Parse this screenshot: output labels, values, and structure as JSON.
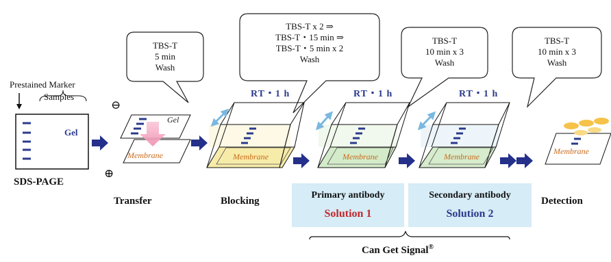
{
  "sds": {
    "prestained_marker": "Prestained Marker",
    "samples": "Samples",
    "gel": "Gel",
    "label": "SDS-PAGE"
  },
  "transfer": {
    "minus": "⊖",
    "plus": "⊕",
    "gel": "Gel",
    "membrane": "Membrane",
    "label": "Transfer",
    "bubble": [
      "TBS-T",
      "5 min",
      "Wash"
    ]
  },
  "blocking": {
    "rt": "RT・1 h",
    "membrane": "Membrane",
    "label": "Blocking",
    "bubble": [
      "TBS-T x 2 ⇒",
      "TBS-T・15 min ⇒",
      "TBS-T・5 min  x 2",
      "Wash"
    ]
  },
  "primary": {
    "rt": "RT・1 h",
    "membrane": "Membrane",
    "title": "Primary antibody",
    "solution": "Solution 1",
    "solution_color": "#c0282c",
    "bubble": [
      "TBS-T",
      "10 min x 3",
      "Wash"
    ]
  },
  "secondary": {
    "rt": "RT・1 h",
    "membrane": "Membrane",
    "title": "Secondary antibody",
    "solution": "Solution 2",
    "solution_color": "#2a3a8c",
    "bubble": [
      "TBS-T",
      "10 min x 3",
      "Wash"
    ]
  },
  "detection": {
    "membrane": "Membrane",
    "label": "Detection"
  },
  "brand": {
    "text": "Can Get Signal",
    "reg": "®"
  },
  "colors": {
    "arrow": "#24308a",
    "swap_arrow": "#7ab8e0",
    "tray_yellow": "#f6e79a",
    "tray_green": "#cfe9c4",
    "tray_blue": "#cfe3f0",
    "panel": "#d6ecf6"
  }
}
